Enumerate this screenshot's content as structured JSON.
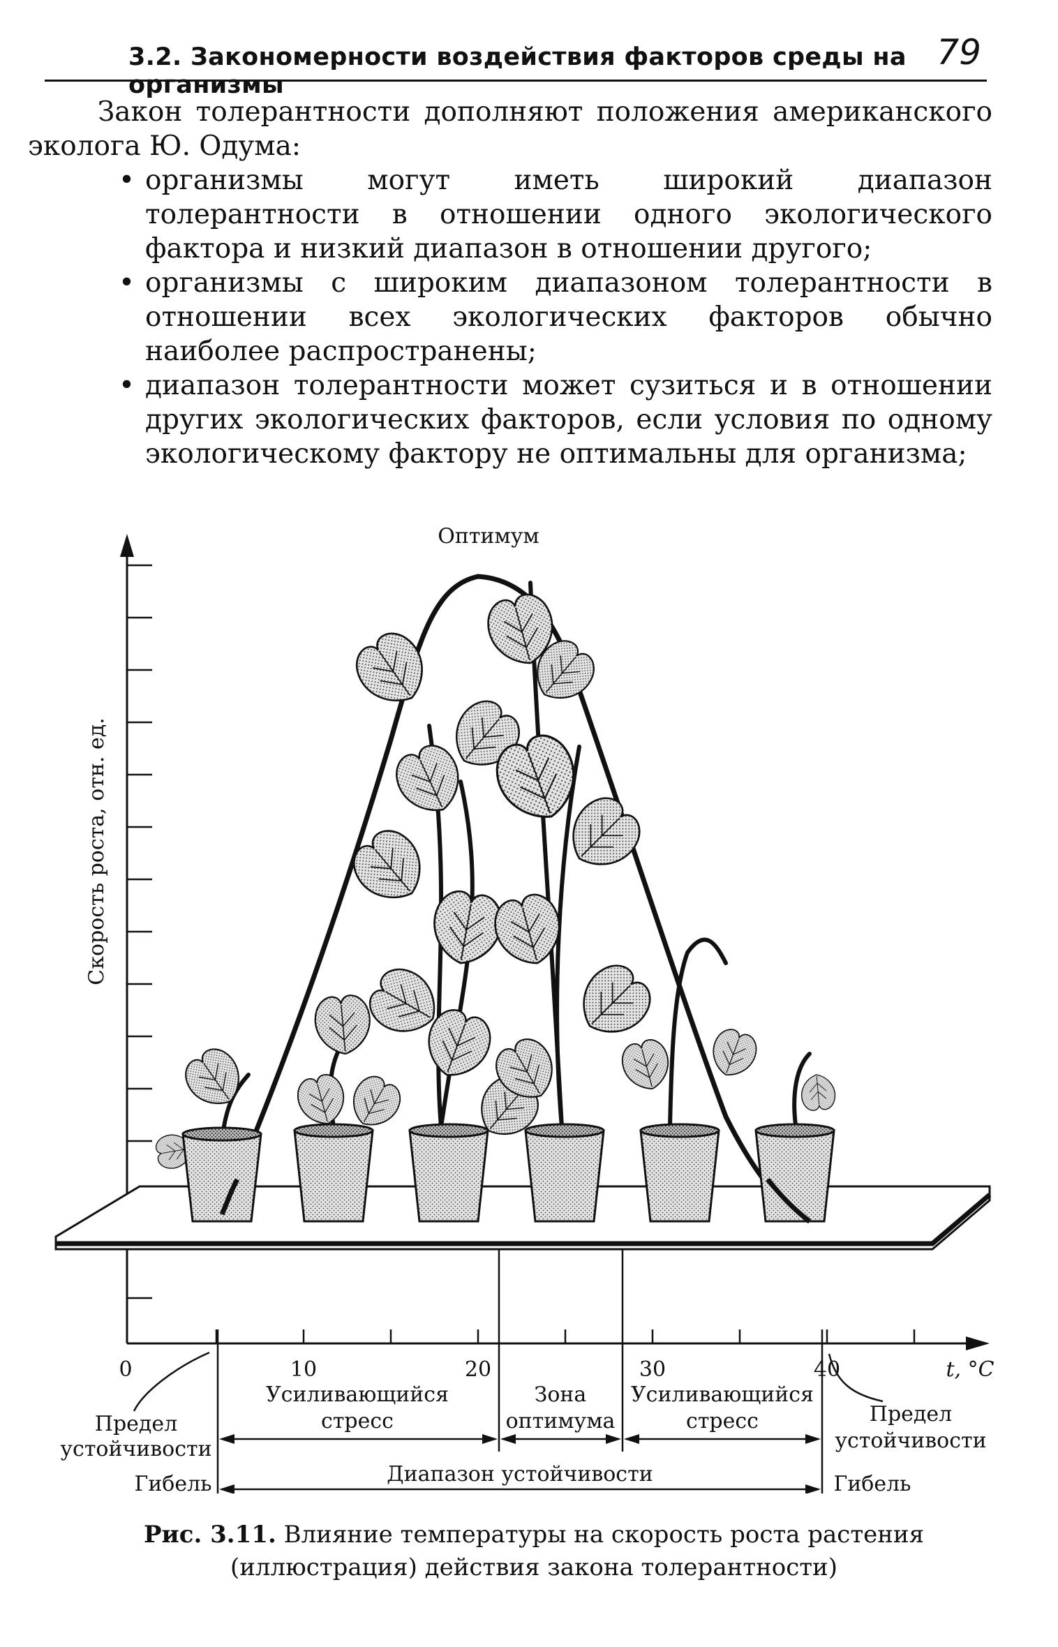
{
  "header": {
    "section_title": "3.2. Закономерности воздействия факторов среды на организмы",
    "page_number": "79"
  },
  "body": {
    "intro": "Закон толерантности дополняют положения американского эколога Ю. Одума:",
    "bullets": [
      "организмы могут иметь широкий диапазон толерантности в отношении одного экологического фактора и низкий диапазон в отношении другого;",
      "организмы с широким диапазоном толерантности в отношении всех экологических факторов обычно наиболее распространены;",
      "диапазон толерантности может сузиться и в отношении других экологических факторов, если условия по одному экологическому фактору не оптимальны для организма;"
    ]
  },
  "figure": {
    "optimum_label": "Оптимум",
    "y_axis_label": "Скорость роста, отн. ед.",
    "x_axis_unit": "t, °C",
    "x_ticks": [
      "0",
      "10",
      "20",
      "30",
      "40"
    ],
    "zones": {
      "stress_left_1": "Усиливающийся",
      "stress_left_2": "стресс",
      "optimum_zone_1": "Зона",
      "optimum_zone_2": "оптимума",
      "stress_right_1": "Усиливающийся",
      "stress_right_2": "стресс",
      "limit_left_1": "Предел",
      "limit_left_2": "устойчивости",
      "limit_right_1": "Предел",
      "limit_right_2": "устойчивости",
      "range": "Диапазон устойчивости",
      "death_left": "Гибель",
      "death_right": "Гибель"
    }
  },
  "caption": {
    "number": "Рис. 3.11.",
    "line1": "Влияние температуры на скорость роста растения",
    "line2": "(иллюстрация) действия закона толерантности)"
  }
}
